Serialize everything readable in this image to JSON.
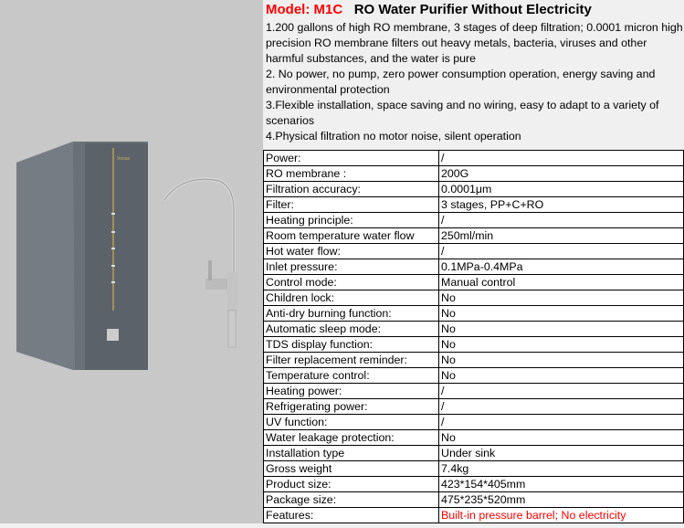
{
  "header": {
    "model": "Model: M1C",
    "title": "RO Water Purifier Without Electricity"
  },
  "features": [
    "1.200 gallons of high RO membrane, 3 stages of deep filtration; 0.0001 micron high precision RO membrane filters out heavy metals, bacteria, viruses and other harmful substances, and the water is pure",
    "2. No power, no pump, zero power consumption operation, energy saving and environmental protection",
    "3.Flexible installation, space saving and no wiring, easy to adapt to a variety of scenarios",
    "4.Physical filtration no motor noise, silent operation"
  ],
  "product_image": {
    "brand": "Vonsa"
  },
  "specs": [
    {
      "k": "Power:",
      "v": "/"
    },
    {
      "k": "RO membrane :",
      "v": "200G"
    },
    {
      "k": "Filtration accuracy:",
      "v": "0.0001μm"
    },
    {
      "k": "Filter:",
      "v": "3 stages, PP+C+RO"
    },
    {
      "k": "Heating principle:",
      "v": "/"
    },
    {
      "k": "Room temperature water flow",
      "v": "250ml/min"
    },
    {
      "k": "Hot water flow:",
      "v": "/"
    },
    {
      "k": "Inlet pressure:",
      "v": "0.1MPa-0.4MPa"
    },
    {
      "k": "Control mode:",
      "v": "Manual control"
    },
    {
      "k": "Children lock:",
      "v": "No"
    },
    {
      "k": "Anti-dry burning function:",
      "v": "No"
    },
    {
      "k": "Automatic sleep mode:",
      "v": "No"
    },
    {
      "k": "TDS display function:",
      "v": "No"
    },
    {
      "k": "Filter replacement reminder:",
      "v": "No"
    },
    {
      "k": "Temperature control:",
      "v": "No"
    },
    {
      "k": "Heating power:",
      "v": "/"
    },
    {
      "k": "Refrigerating power:",
      "v": "/"
    },
    {
      "k": "UV function:",
      "v": "/"
    },
    {
      "k": "Water leakage protection:",
      "v": "No"
    },
    {
      "k": "Installation type",
      "v": "Under sink"
    },
    {
      "k": "Gross weight",
      "v": "7.4kg"
    },
    {
      "k": "Product size:",
      "v": "423*154*405mm"
    },
    {
      "k": "Package size:",
      "v": "475*235*520mm"
    },
    {
      "k": "Features:",
      "v": "Built-in pressure barrel; No electricity"
    }
  ]
}
